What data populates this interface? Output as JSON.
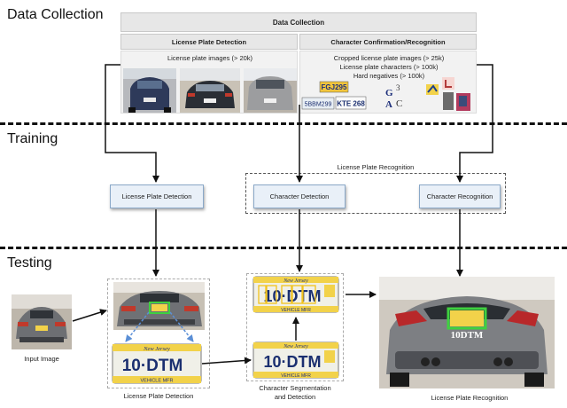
{
  "sections": {
    "data_collection": "Data Collection",
    "training": "Training",
    "testing": "Testing"
  },
  "header": {
    "main": "Data Collection",
    "left": "License Plate Detection",
    "right": "Character Confirmation/Recognition"
  },
  "left_panel": {
    "line1": "License plate images (> 20k)"
  },
  "right_panel": {
    "line1": "Cropped license plate images (> 25k)",
    "line2": "License plate characters (> 100k)",
    "line3": "Hard negatives (> 100k)",
    "plate_text_1": "FGJ295",
    "plate_text_2": "5BBM299",
    "plate_text_3": "KTE 268",
    "chars": [
      "G",
      "3",
      "A",
      "C"
    ]
  },
  "training": {
    "group_label": "License Plate Recognition",
    "boxes": [
      "License Plate Detection",
      "Character Detection",
      "Character Recognition"
    ]
  },
  "testing": {
    "input_caption": "Input Image",
    "detection_caption": "License Plate Detection",
    "segmentation_caption_1": "Character Segmentation",
    "segmentation_caption_2": "and Detection",
    "recognition_caption": "License Plate Recognition",
    "plate_state": "New Jersey",
    "plate_number": "10·DTM",
    "plate_bottom": "VEHICLE MFR",
    "result_text": "10DTM"
  },
  "colors": {
    "proc_fill": "#e9f0f8",
    "proc_border": "#8aa8c8",
    "plate_yellow": "#f2d24a",
    "highlight_green": "#3fd13f",
    "car_gray": "#7d7f83"
  }
}
